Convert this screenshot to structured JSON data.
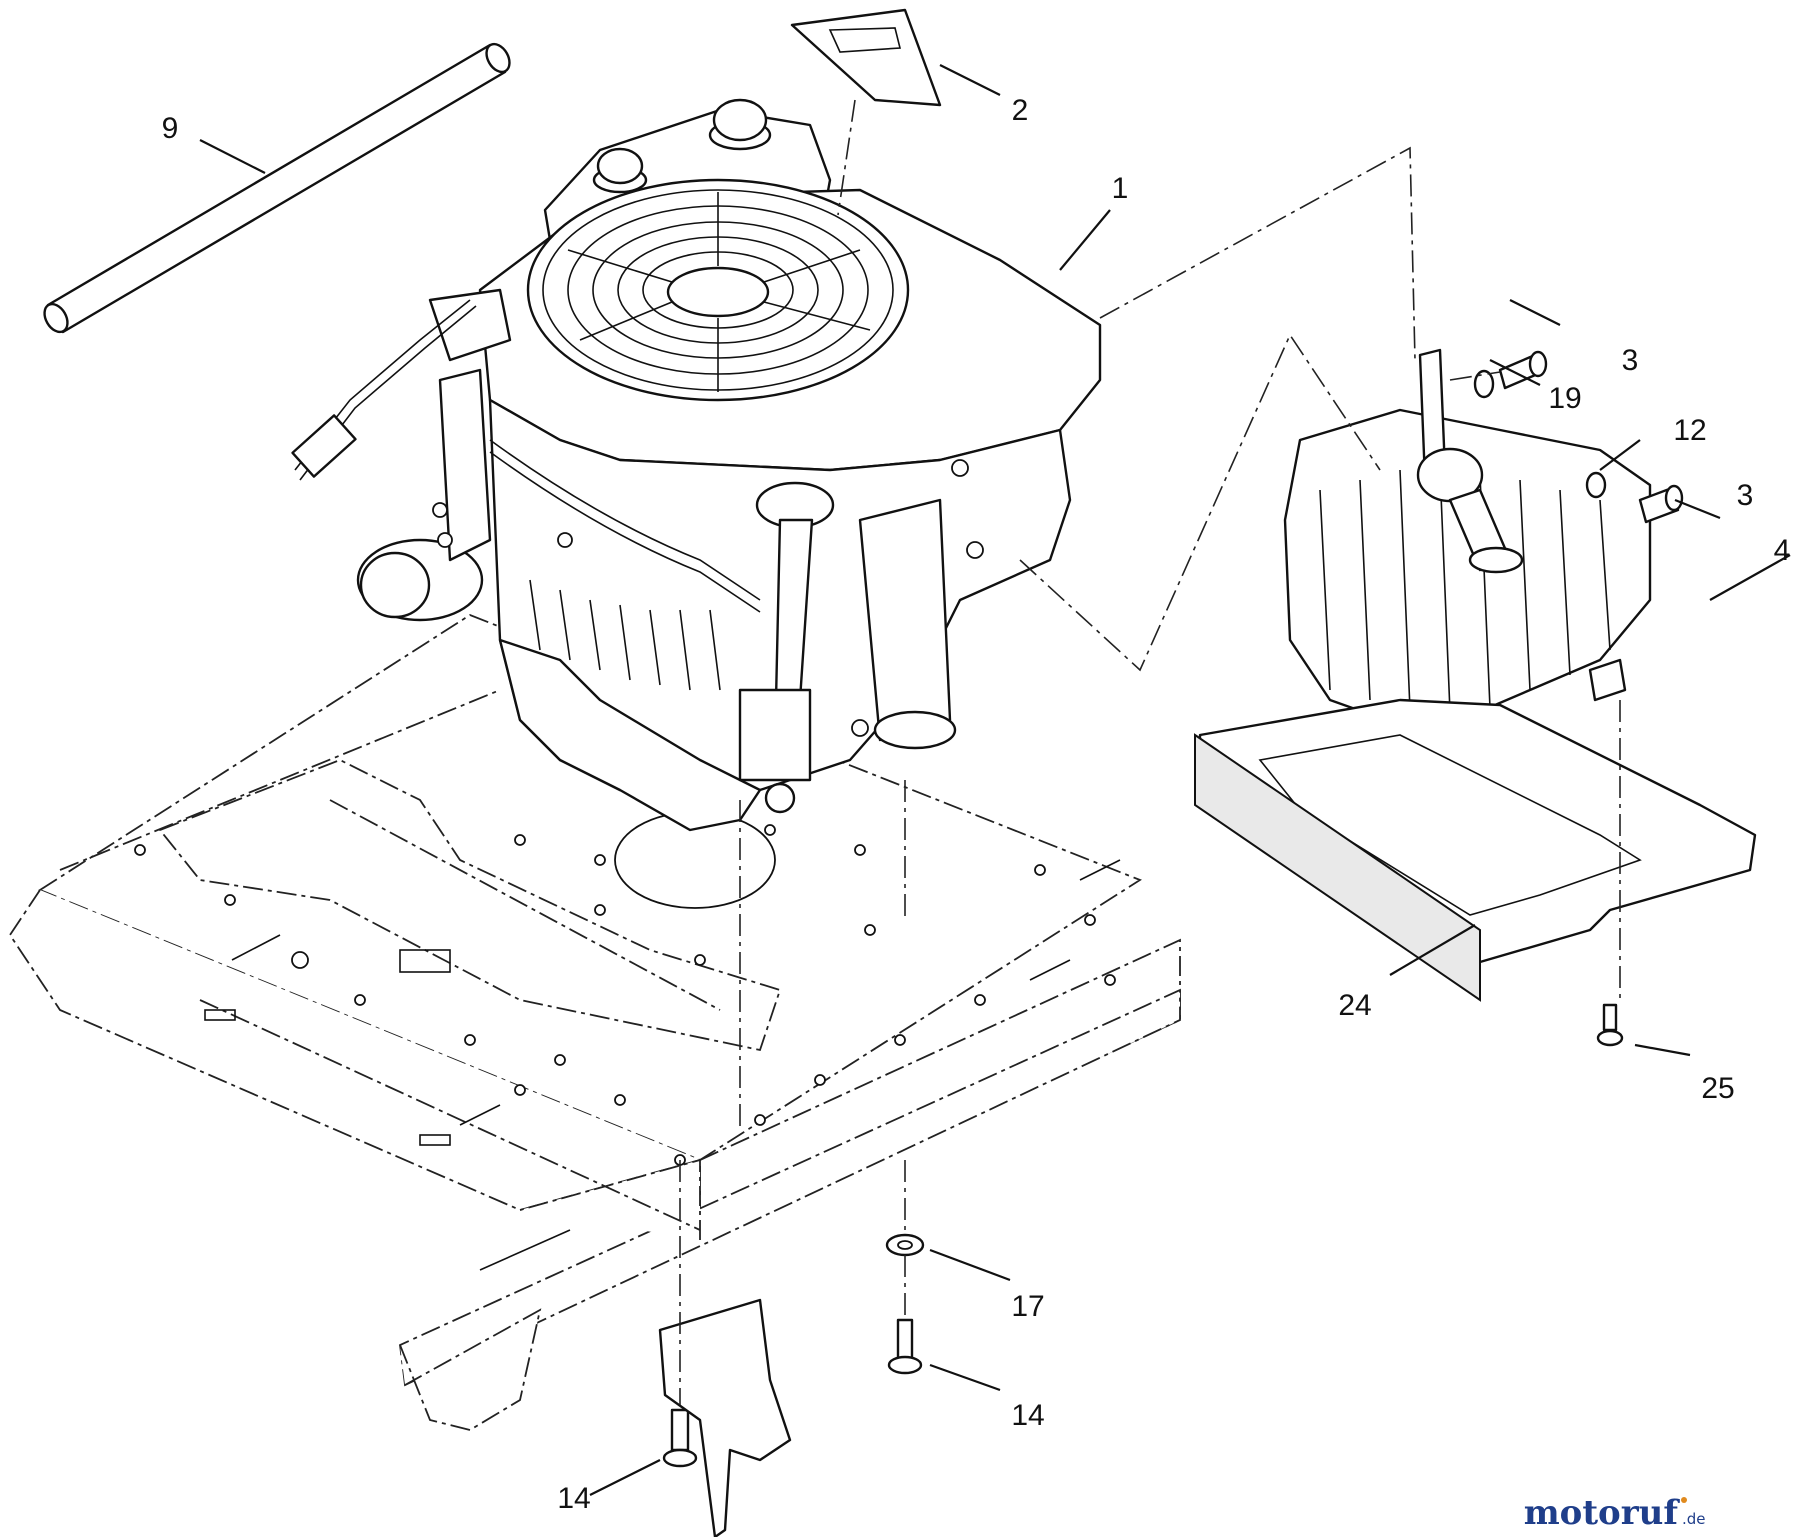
{
  "diagram": {
    "callouts": [
      {
        "id": "c1",
        "label": "1"
      },
      {
        "id": "c2",
        "label": "2"
      },
      {
        "id": "c3a",
        "label": "3"
      },
      {
        "id": "c3b",
        "label": "3"
      },
      {
        "id": "c4",
        "label": "4"
      },
      {
        "id": "c9",
        "label": "9"
      },
      {
        "id": "c12",
        "label": "12"
      },
      {
        "id": "c14a",
        "label": "14"
      },
      {
        "id": "c14b",
        "label": "14"
      },
      {
        "id": "c17",
        "label": "17"
      },
      {
        "id": "c19",
        "label": "19"
      },
      {
        "id": "c24",
        "label": "24"
      },
      {
        "id": "c25",
        "label": "25"
      }
    ]
  },
  "watermark": {
    "brand": "motoruf",
    "suffix": ".de",
    "colors": {
      "brand": "#1f3e8a",
      "dot": "#e08a1e"
    }
  }
}
